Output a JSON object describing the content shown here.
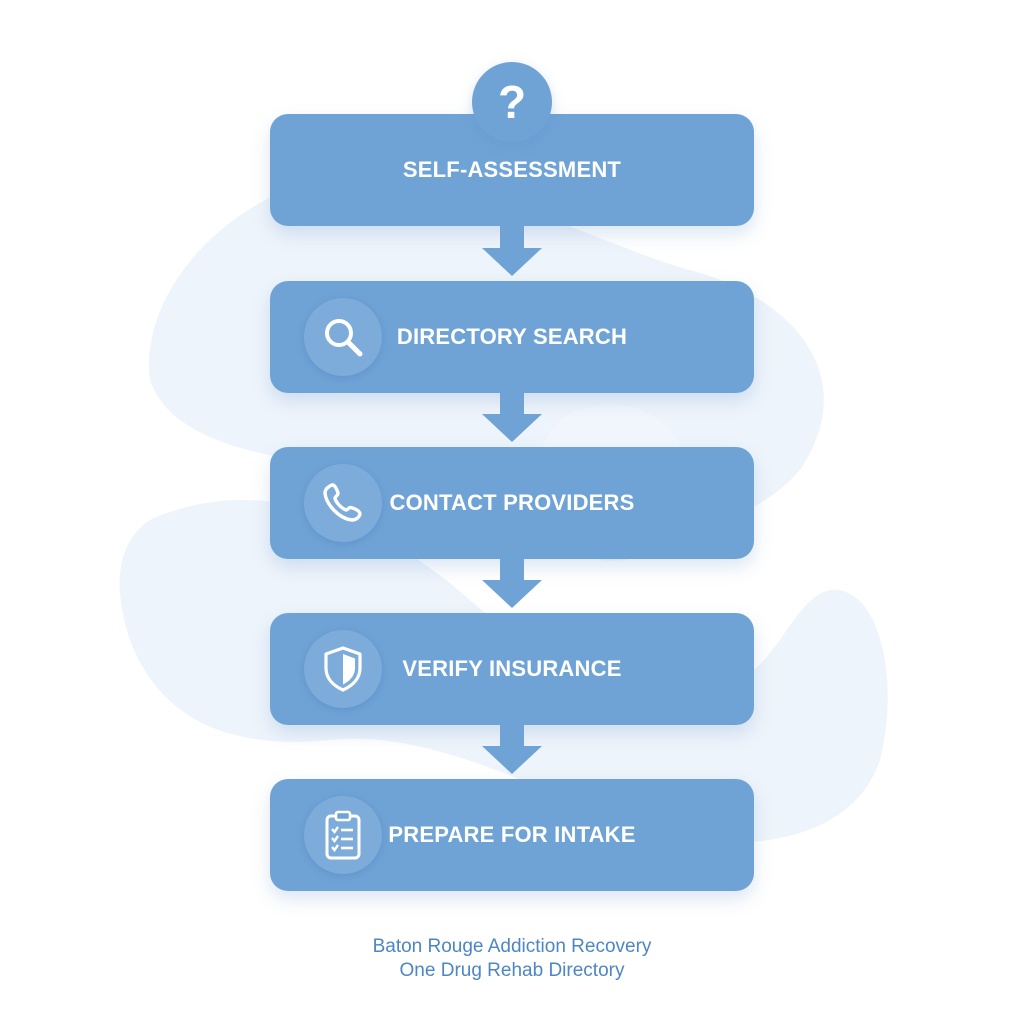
{
  "colors": {
    "step_fill": "#6fa3d6",
    "footer_text": "#4d86c4",
    "background": "#ffffff"
  },
  "top_badge": {
    "glyph": "?",
    "icon": "question-icon"
  },
  "steps": [
    {
      "label": "SELF-ASSESSMENT",
      "icon": ""
    },
    {
      "label": "DIRECTORY SEARCH",
      "icon": "search-icon"
    },
    {
      "label": "CONTACT PROVIDERS",
      "icon": "phone-icon"
    },
    {
      "label": "VERIFY INSURANCE",
      "icon": "shield-icon"
    },
    {
      "label": "PREPARE FOR INTAKE",
      "icon": "clipboard-checklist-icon"
    }
  ],
  "footer": {
    "line1": "Baton Rouge Addiction Recovery",
    "line2": "One Drug Rehab Directory"
  }
}
